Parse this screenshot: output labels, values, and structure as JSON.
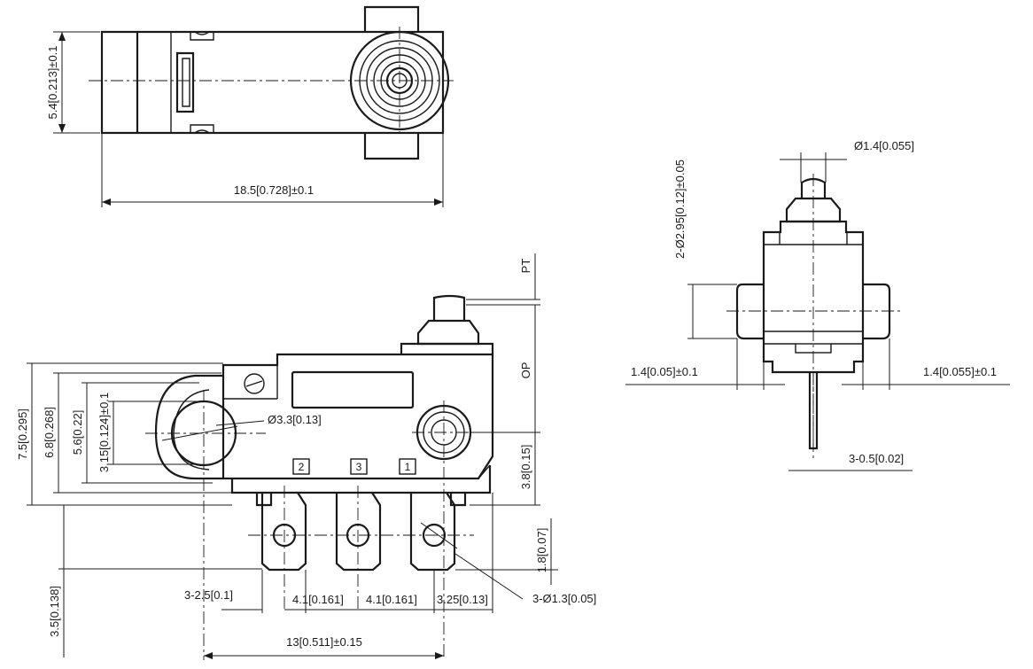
{
  "dims": {
    "top_height": "5.4[0.213]±0.1",
    "top_length": "18.5[0.728]±0.1",
    "hole_dia": "Ø3.3[0.13]",
    "h_7_5": "7.5[0.295]",
    "h_6_8": "6.8[0.268]",
    "h_5_6": "5.6[0.22]",
    "h_3_15": "3.15[0.124]±0.1",
    "h_3_8": "3.8[0.15]",
    "h_3_5": "3.5[0.138]",
    "h_1_8": "1.8[0.07]",
    "pt": "PT",
    "op": "OP",
    "term_w": "3-2.5[0.1]",
    "pitch_a": "4.1[0.161]",
    "pitch_b": "4.1[0.161]",
    "pitch_c": "3.25[0.13]",
    "term_hole": "3-Ø1.3[0.05]",
    "hole_span": "13[0.511]±0.15",
    "act_dia": "Ø1.4[0.055]",
    "side_hole": "2-Ø2.95[0.12]±0.05",
    "side_left": "1.4[0.05]±0.1",
    "side_right": "1.4[0.055]±0.1",
    "term_thick": "3-0.5[0.02]"
  },
  "pins": {
    "p2": "2",
    "p3": "3",
    "p1": "1"
  }
}
